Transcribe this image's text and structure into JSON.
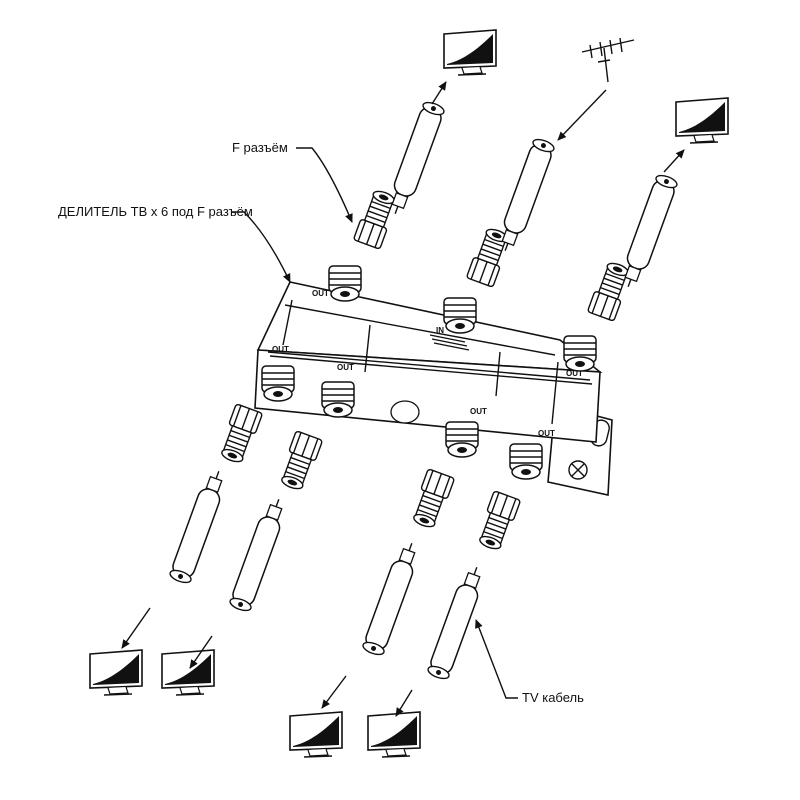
{
  "labels": {
    "f_connector": "F разъём",
    "splitter": "ДЕЛИТЕЛЬ ТВ x 6 под F разъём",
    "tv_cable": "TV кабель"
  },
  "ports": {
    "out": "OUT",
    "in": "IN"
  },
  "colors": {
    "line": "#111111",
    "background": "#ffffff"
  },
  "icons": [
    "tv-icon",
    "antenna-icon",
    "f-connector-icon",
    "coax-cable-icon",
    "splitter-icon"
  ]
}
